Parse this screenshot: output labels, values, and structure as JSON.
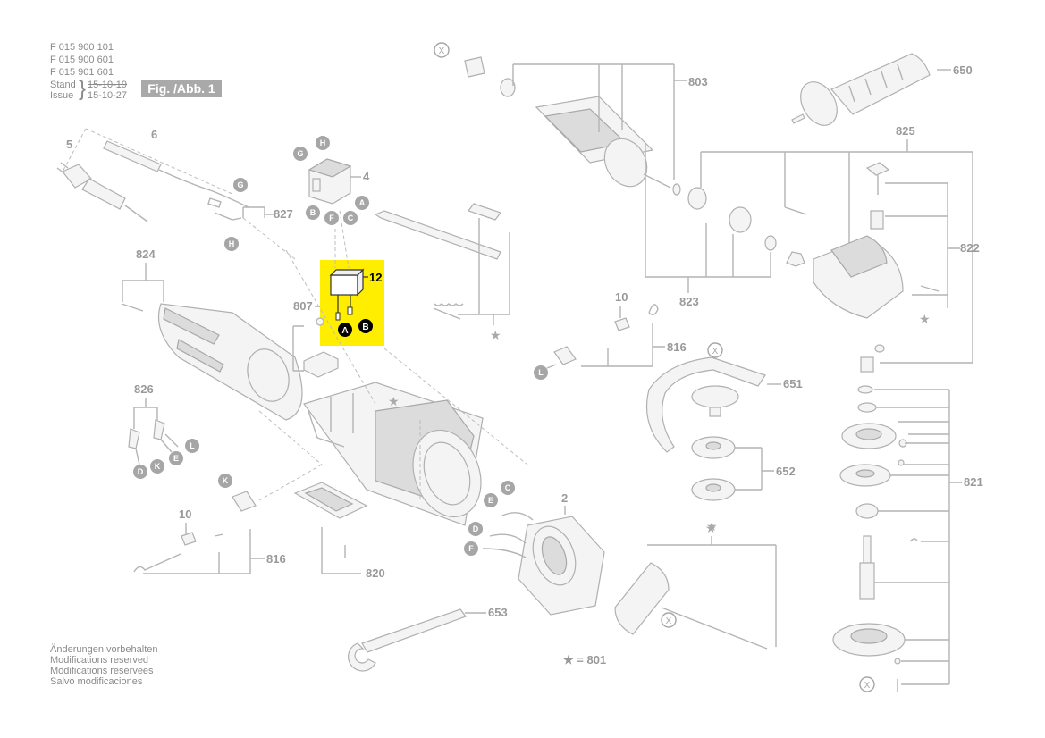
{
  "header": {
    "part_numbers": [
      "F 015 900 101",
      "F 015 900 601",
      "F 015 901 601"
    ],
    "stand_label": "Stand",
    "issue_label": "Issue",
    "stand_date": "15-10-19",
    "issue_date": "15-10-27",
    "figure_label": "Fig. /Abb. 1"
  },
  "footer": {
    "lines": [
      "Änderungen vorbehalten",
      "Modifications reserved",
      "Modifications reservees",
      "Salvo modificaciones"
    ]
  },
  "highlight": {
    "color": "#ffee00",
    "part_number": "12",
    "connector_a": "A",
    "connector_b": "B"
  },
  "part_numbers": {
    "p5": "5",
    "p6": "6",
    "p827": "827",
    "p4": "4",
    "p824": "824",
    "p807": "807",
    "p826": "826",
    "p10a": "10",
    "p816a": "816",
    "p820": "820",
    "p653": "653",
    "p803": "803",
    "p650": "650",
    "p825": "825",
    "p822": "822",
    "p823": "823",
    "p10b": "10",
    "p816b": "816",
    "p651": "651",
    "p652": "652",
    "p2": "2",
    "p821": "821"
  },
  "star_legend": "★ = 801",
  "circle_labels": {
    "G": "G",
    "H": "H",
    "A": "A",
    "B": "B",
    "C": "C",
    "D": "D",
    "E": "E",
    "F": "F",
    "K": "K",
    "L": "L",
    "X": "X"
  },
  "colors": {
    "line": "#b4b4b4",
    "label": "#9a9a9a",
    "circle": "#a6a6a6",
    "highlight": "#ffee00"
  }
}
